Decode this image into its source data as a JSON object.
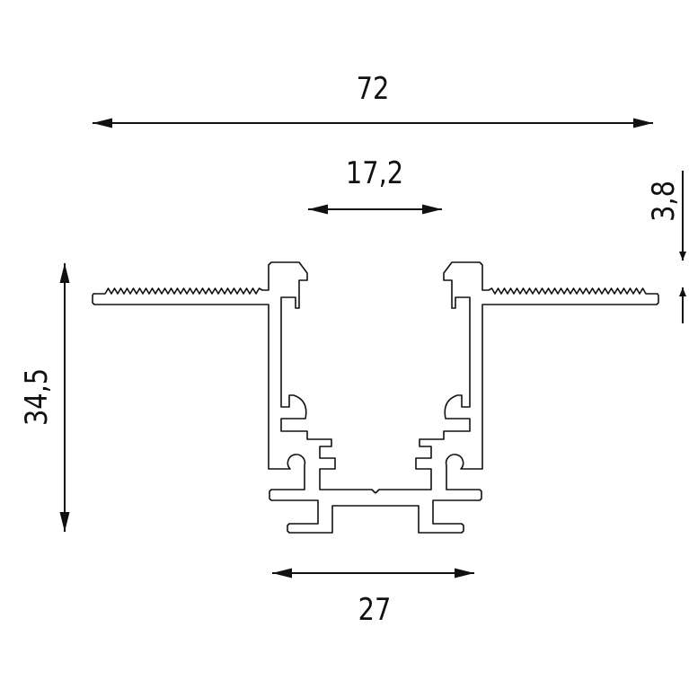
{
  "dimensions": {
    "overall_width": "72",
    "opening_width": "17,2",
    "height": "34,5",
    "base_width": "27",
    "flange_offset": "3,8"
  },
  "colors": {
    "line": "#111111",
    "background": "#ffffff"
  }
}
